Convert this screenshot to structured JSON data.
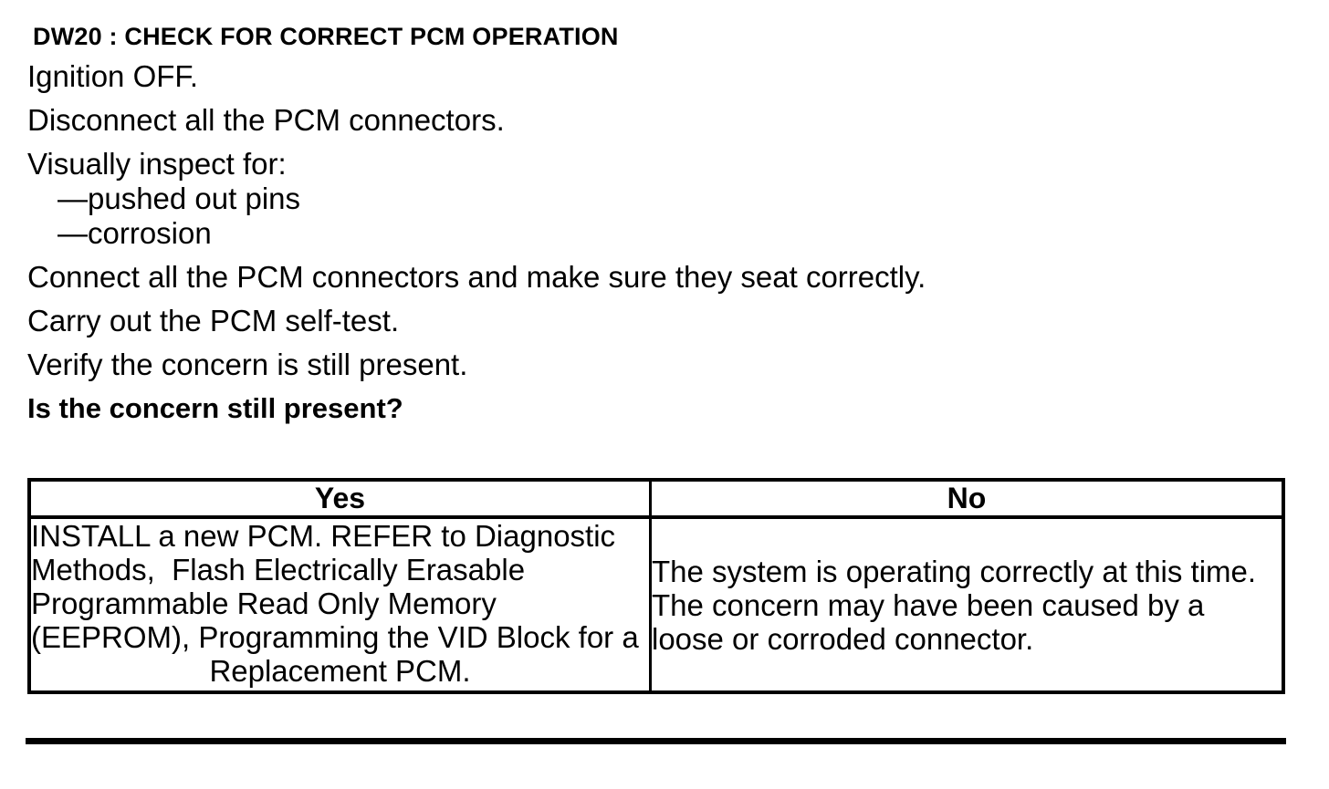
{
  "page": {
    "background": "#ffffff",
    "text_color": "#000000"
  },
  "procedure": {
    "title": "DW20 : CHECK FOR CORRECT PCM OPERATION",
    "steps": [
      {
        "text": "Ignition OFF.",
        "style": "normal"
      },
      {
        "text": "Disconnect all the PCM connectors.",
        "style": "normal"
      },
      {
        "text": "Visually inspect for:",
        "style": "normal"
      },
      {
        "text": "—pushed out pins",
        "style": "sub-item"
      },
      {
        "text": "—corrosion",
        "style": "sub-item"
      },
      {
        "text": "Connect all the PCM connectors and make sure they seat correctly.",
        "style": "normal"
      },
      {
        "text": "Carry out the PCM self-test.",
        "style": "normal"
      },
      {
        "text": "Verify the concern is still present.",
        "style": "normal"
      },
      {
        "text": "Is the concern still present?",
        "style": "bold-question"
      }
    ]
  },
  "results_table": {
    "columns": [
      {
        "header": "Yes"
      },
      {
        "header": "No"
      }
    ],
    "yes_action_lines": [
      "INSTALL a new PCM. REFER to Diagnostic",
      "Methods,  Flash Electrically Erasable",
      "Programmable Read Only Memory",
      "(EEPROM), Programming the VID Block for a"
    ],
    "yes_action_last_line": "Replacement PCM.",
    "no_action_lines": [
      "The system is operating correctly at this time.",
      "The concern may have been caused by a",
      "loose or corroded connector."
    ]
  }
}
